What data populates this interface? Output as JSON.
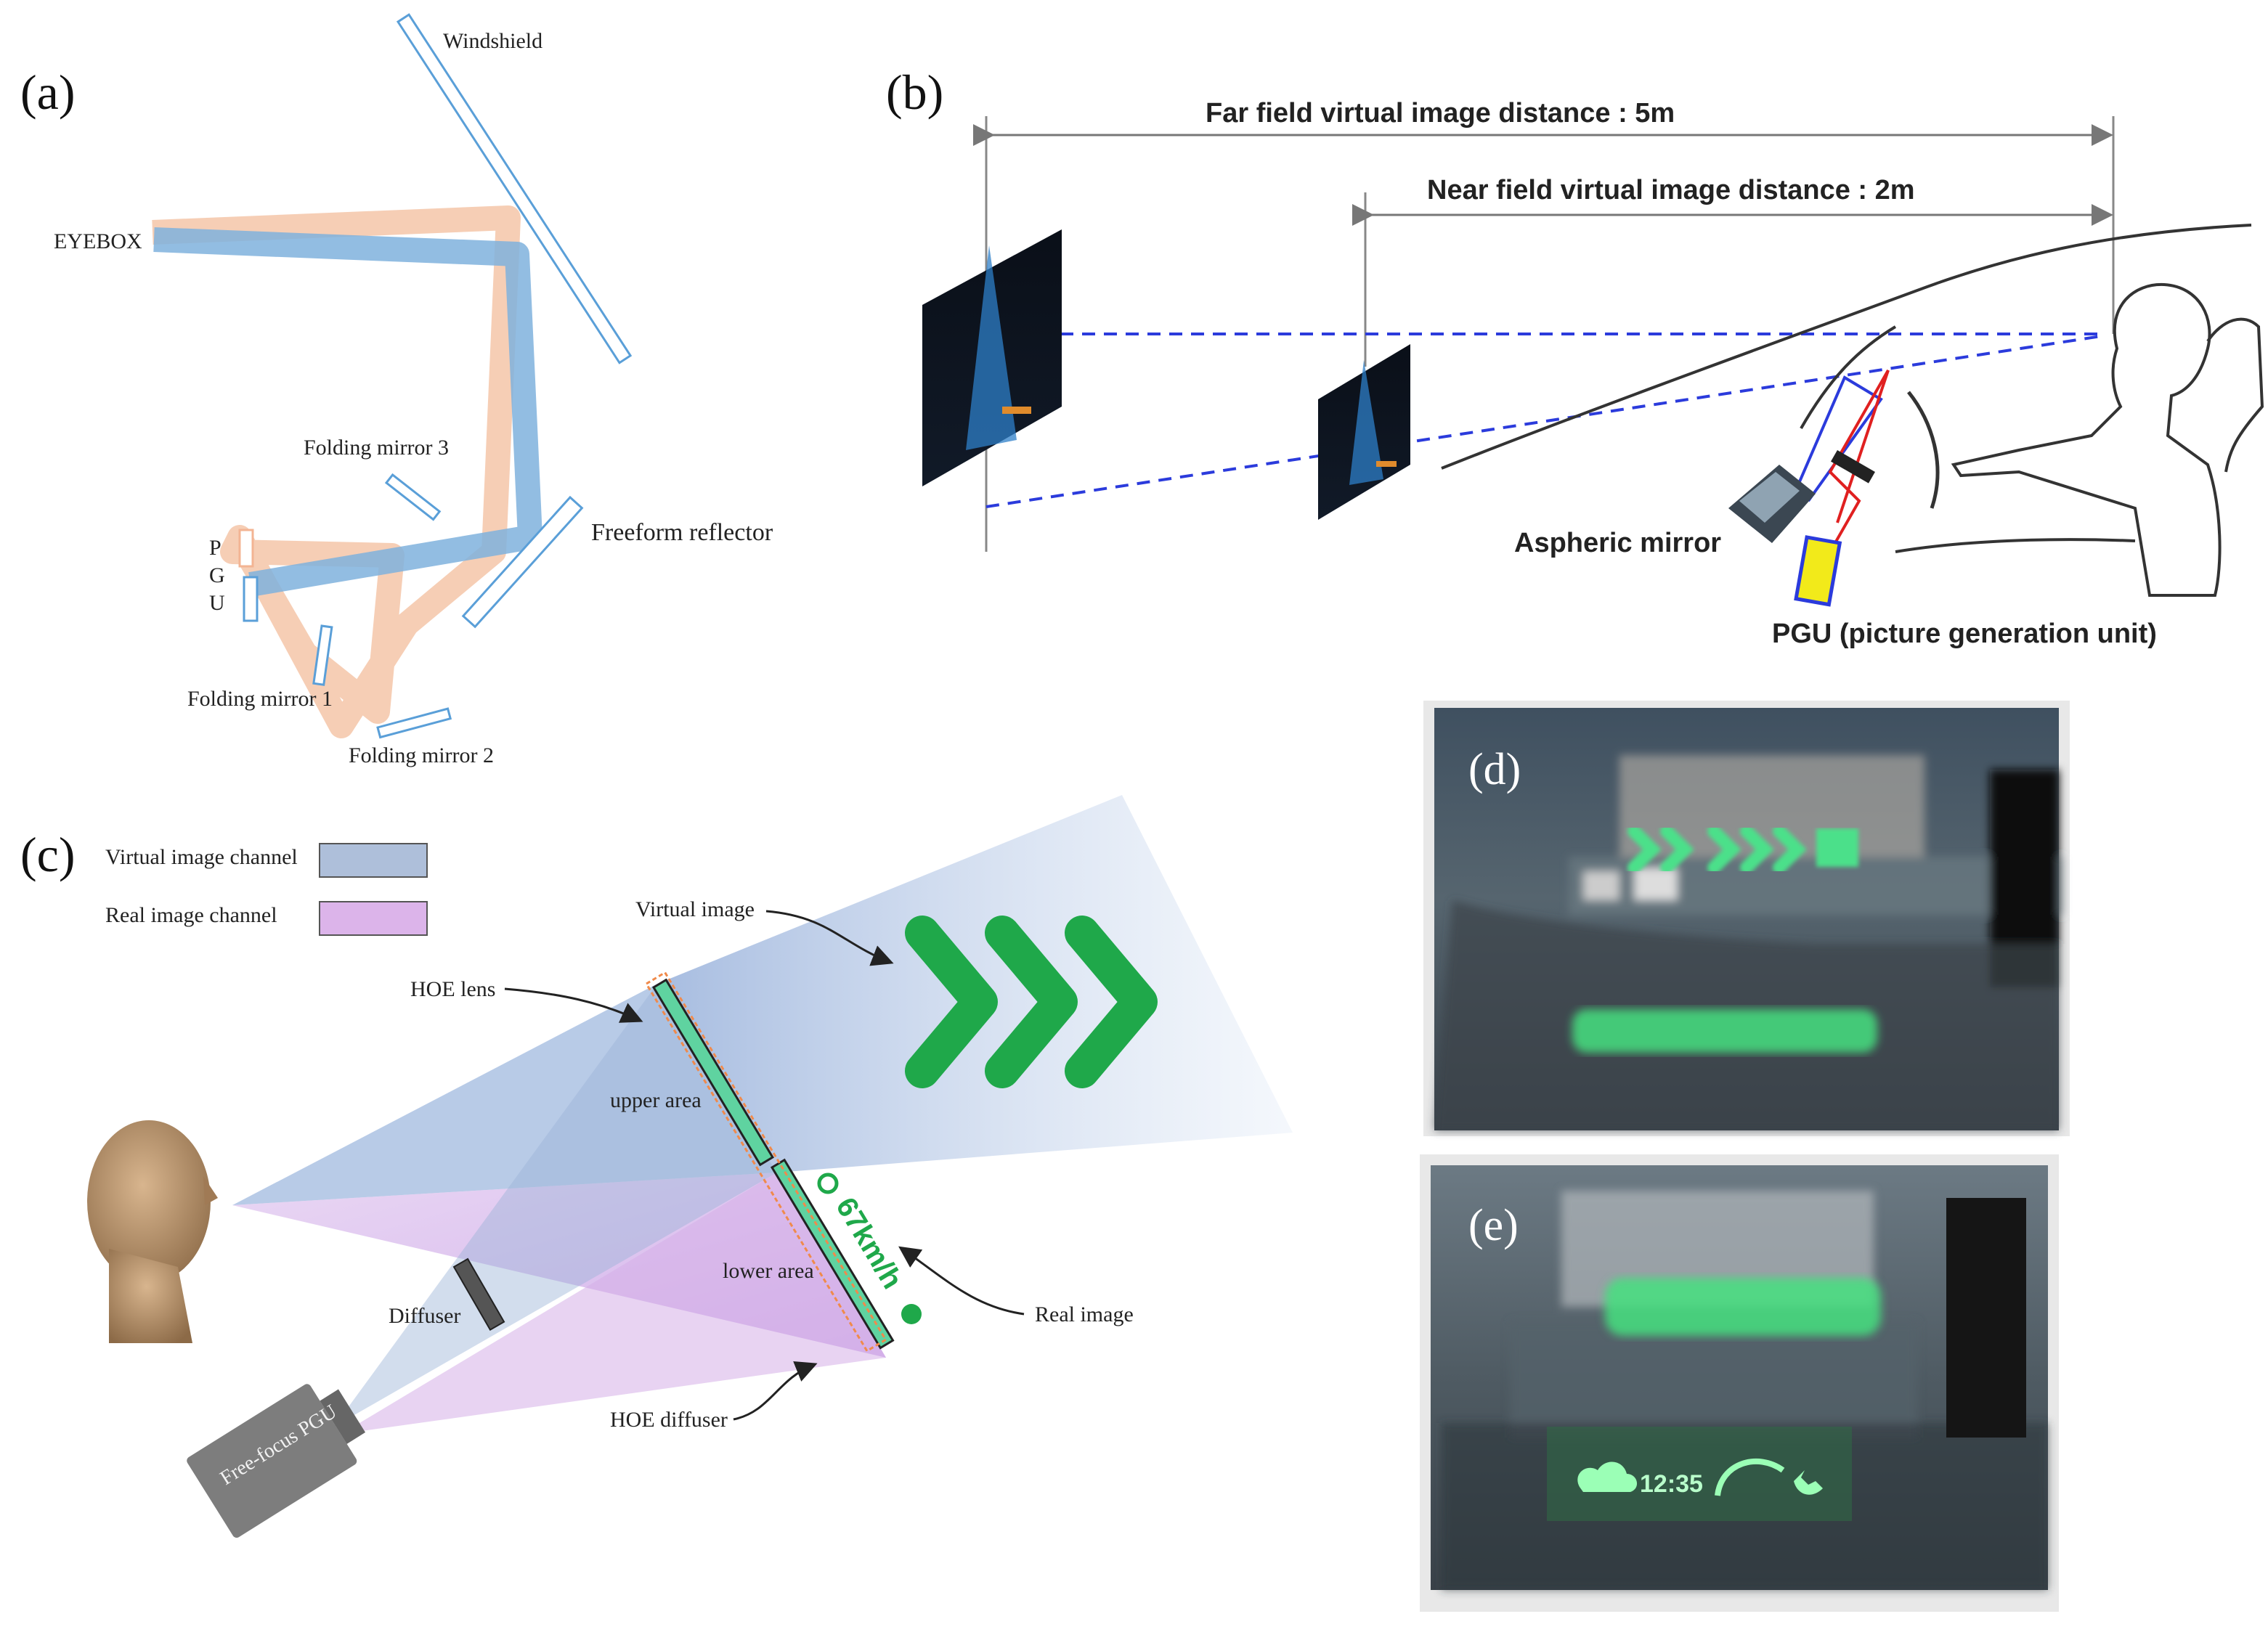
{
  "panel_a": {
    "label": "(a)",
    "windshield": "Windshield",
    "eyebox": "EYEBOX",
    "folding_mirror_3": "Folding mirror 3",
    "freeform_reflector": "Freeform reflector",
    "pgu_letters": [
      "P",
      "G",
      "U"
    ],
    "folding_mirror_1": "Folding mirror 1",
    "folding_mirror_2": "Folding mirror 2",
    "colors": {
      "virtual_beam": "#7fb2dd",
      "real_beam": "#f5c6a8",
      "component_stroke": "#5a9fd8"
    }
  },
  "panel_b": {
    "label": "(b)",
    "far_field": "Far field virtual image distance : 5m",
    "near_field": "Near field virtual image distance : 2m",
    "aspheric_mirror": "Aspheric mirror",
    "pgu": "PGU (picture generation unit)",
    "colors": {
      "ray_dash": "#2b3bdc",
      "ray_red": "#e02020",
      "pgu_fill": "#f2ea1a"
    }
  },
  "panel_c": {
    "label": "(c)",
    "legend": [
      {
        "name": "Virtual image channel",
        "color": "#aebfda"
      },
      {
        "name": "Real image channel",
        "color": "#dcb4ea"
      }
    ],
    "virtual_image": "Virtual image",
    "hoe_lens": "HOE lens",
    "upper_area": "upper area",
    "lower_area": "lower area",
    "diffuser": "Diffuser",
    "real_image": "Real image",
    "hoe_diffuser": "HOE diffuser",
    "pgu": "Free-focus PGU",
    "speed": "67km/h",
    "colors": {
      "arrow_green": "#1fa84a",
      "hoe_fill": "#5fd3a0"
    }
  },
  "panel_d": {
    "label": "(d)"
  },
  "panel_e": {
    "label": "(e)",
    "clock": "12:35"
  }
}
